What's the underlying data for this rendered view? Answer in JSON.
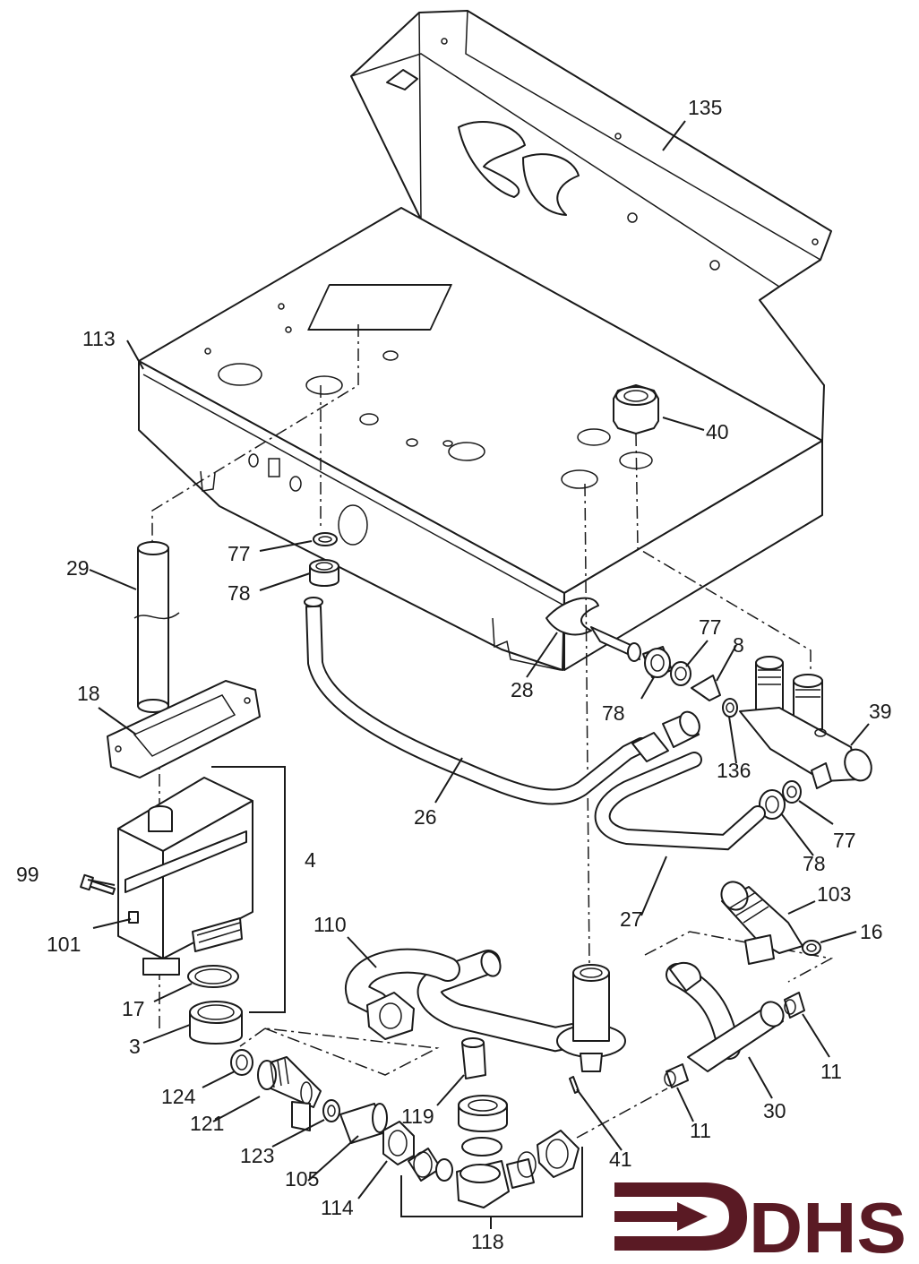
{
  "labels": {
    "l135": "135",
    "l113": "113",
    "l40": "40",
    "l77a": "77",
    "l78a": "78",
    "l29": "29",
    "l18": "18",
    "l28": "28",
    "l77b": "77",
    "l8": "8",
    "l78b": "78",
    "l39": "39",
    "l136": "136",
    "l26": "26",
    "l77c": "77",
    "l78c": "78",
    "l4": "4",
    "l99": "99",
    "l101": "101",
    "l27": "27",
    "l103": "103",
    "l16": "16",
    "l110": "110",
    "l17": "17",
    "l3": "3",
    "l11a": "11",
    "l30": "30",
    "l124": "124",
    "l121": "121",
    "l119": "119",
    "l41": "41",
    "l11b": "11",
    "l123": "123",
    "l105": "105",
    "l114": "114",
    "l118": "118"
  },
  "logo": {
    "text": "DHS",
    "color": "#5a1a24"
  }
}
